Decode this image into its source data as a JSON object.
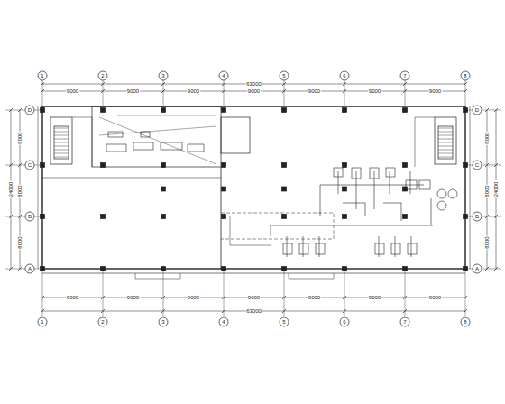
{
  "diagram": {
    "labels": [
      "63000",
      "9000",
      "9000",
      "9000",
      "9000",
      "9000",
      "9000",
      "9000",
      "1",
      "2",
      "3",
      "4",
      "5",
      "6",
      "7",
      "8",
      "D",
      "C",
      "B",
      "A",
      "D",
      "C",
      "B",
      "A",
      "8000",
      "8000",
      "8000",
      "24000",
      "8000",
      "8000",
      "8000",
      "24000",
      "9000",
      "9000",
      "9000",
      "9000",
      "9000",
      "9000",
      "9000",
      "63000",
      "1",
      "2",
      "3",
      "4",
      "5",
      "6",
      "7",
      "8"
    ]
  }
}
